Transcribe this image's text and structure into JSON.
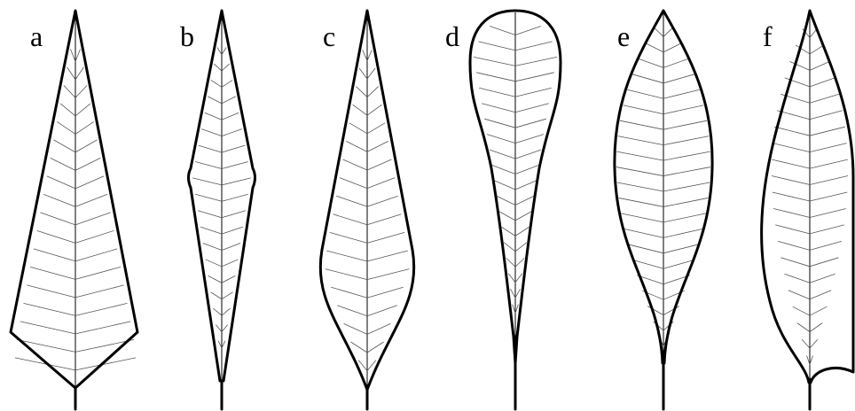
{
  "figure": {
    "panels": [
      {
        "id": "a",
        "label": "a",
        "shape": "lanceolate"
      },
      {
        "id": "b",
        "label": "b",
        "shape": "rhombic"
      },
      {
        "id": "c",
        "label": "c",
        "shape": "ovate-lanceolate"
      },
      {
        "id": "d",
        "label": "d",
        "shape": "spatulate"
      },
      {
        "id": "e",
        "label": "e",
        "shape": "elliptic"
      },
      {
        "id": "f",
        "label": "f",
        "shape": "narrow-elliptic"
      }
    ],
    "colors": {
      "outline": "#000000",
      "vein": "#555555",
      "background": "#ffffff"
    }
  }
}
